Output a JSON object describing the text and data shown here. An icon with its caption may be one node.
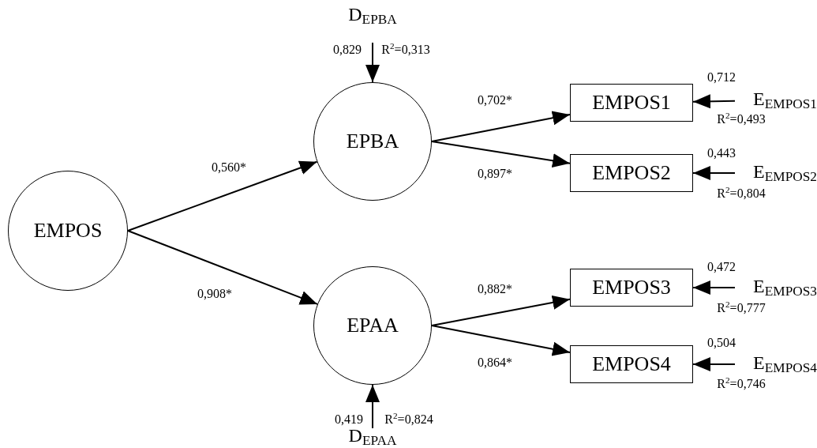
{
  "diagram": {
    "nodes": [
      {
        "text": [
          "EMPOS"
        ]
      },
      {
        "text": [
          "D$_{EPBA}$"
        ],
        "beside": [
          "0,829",
          "R$^{2}$=0,313"
        ]
      },
      {
        "text": [
          "EPBA"
        ]
      },
      {
        "text": [
          "EPAA"
        ]
      },
      {
        "text": [
          "D$_{EPAA}$"
        ],
        "beside": [
          "0,419",
          "R$^{2}$=0,824"
        ]
      },
      {
        "text": [
          "EMPOS1"
        ]
      },
      {
        "text": [
          "E$_{EMPOS1}$"
        ],
        "beside": [
          "0,712",
          "R$^{2}$=0,493"
        ]
      },
      {
        "text": [
          "EMPOS2"
        ]
      },
      {
        "text": [
          "E$_{EMPOS2}$"
        ],
        "beside": [
          "0,443",
          "R$^{2}$=0,804"
        ]
      },
      {
        "text": [
          "EMPOS3"
        ]
      },
      {
        "text": [
          "E$_{EMPOS3}$"
        ],
        "beside": [
          "0,472",
          "R$^{2}$=0,777"
        ]
      },
      {
        "text": [
          "EMPOS4"
        ]
      },
      {
        "text": [
          "E$_{EMPOS4}$"
        ],
        "beside": [
          "0,504",
          "R$^{2}$=0,746"
        ]
      }
    ],
    "edges": [
      {
        "from": 0,
        "to": 2,
        "arrow": "to",
        "label": "0,560*"
      },
      {
        "from": 0,
        "to": 3,
        "arrow": "to",
        "label": "0,908*"
      },
      {
        "from": 1,
        "to": 2,
        "arrow": "to"
      },
      {
        "from": 2,
        "to": 5,
        "arrow": "to",
        "label": "0,702*"
      },
      {
        "from": 2,
        "to": 7,
        "arrow": "to",
        "label": "0,897*"
      },
      {
        "from": 6,
        "to": 5,
        "arrow": "to"
      },
      {
        "from": 8,
        "to": 7,
        "arrow": "to"
      },
      {
        "from": 4,
        "to": 3,
        "arrow": "to"
      },
      {
        "from": 3,
        "to": 9,
        "arrow": "to",
        "label": "0,882*"
      },
      {
        "from": 3,
        "to": 11,
        "arrow": "to",
        "label": "0,864*"
      },
      {
        "from": 10,
        "to": 9,
        "arrow": "to"
      },
      {
        "from": 12,
        "to": 11,
        "arrow": "to"
      }
    ]
  }
}
